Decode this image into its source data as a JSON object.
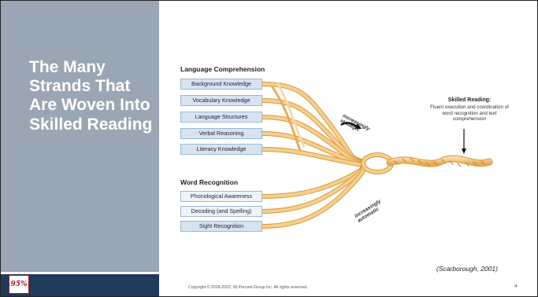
{
  "sidebar": {
    "title": "The Many Strands That Are Woven Into Skilled Reading",
    "logo_text": "95%"
  },
  "diagram": {
    "language_comprehension": {
      "heading": "Language Comprehension",
      "strands": [
        "Background Knowledge",
        "Vocabulary Knowledge",
        "Language Structures",
        "Verbal Reasoning",
        "Literacy Knowledge"
      ]
    },
    "word_recognition": {
      "heading": "Word Recognition",
      "strands": [
        "Phonological Awareness",
        "Decoding (and Spelling)",
        "Sight Recognition"
      ]
    },
    "arrow_top_label": "increasingly strategic",
    "arrow_bottom_label": "increasingly automatic",
    "skilled_reading": {
      "title": "Skilled Reading:",
      "description": "Fluent execution and coordination of word recognition and text comprehension"
    }
  },
  "citation": "(Scarborough, 2001)",
  "footer": {
    "copyright": "Copyright © 2018-2022, 95 Percent Group Inc. All rights reserved.",
    "page_number": "4"
  },
  "colors": {
    "sidebar": "#9aa6b3",
    "bottom_bar": "#1f3a5a",
    "rope": "#f2c27a",
    "rope_edge": "#d99a3a",
    "strand_box": "#d6e4f0"
  }
}
